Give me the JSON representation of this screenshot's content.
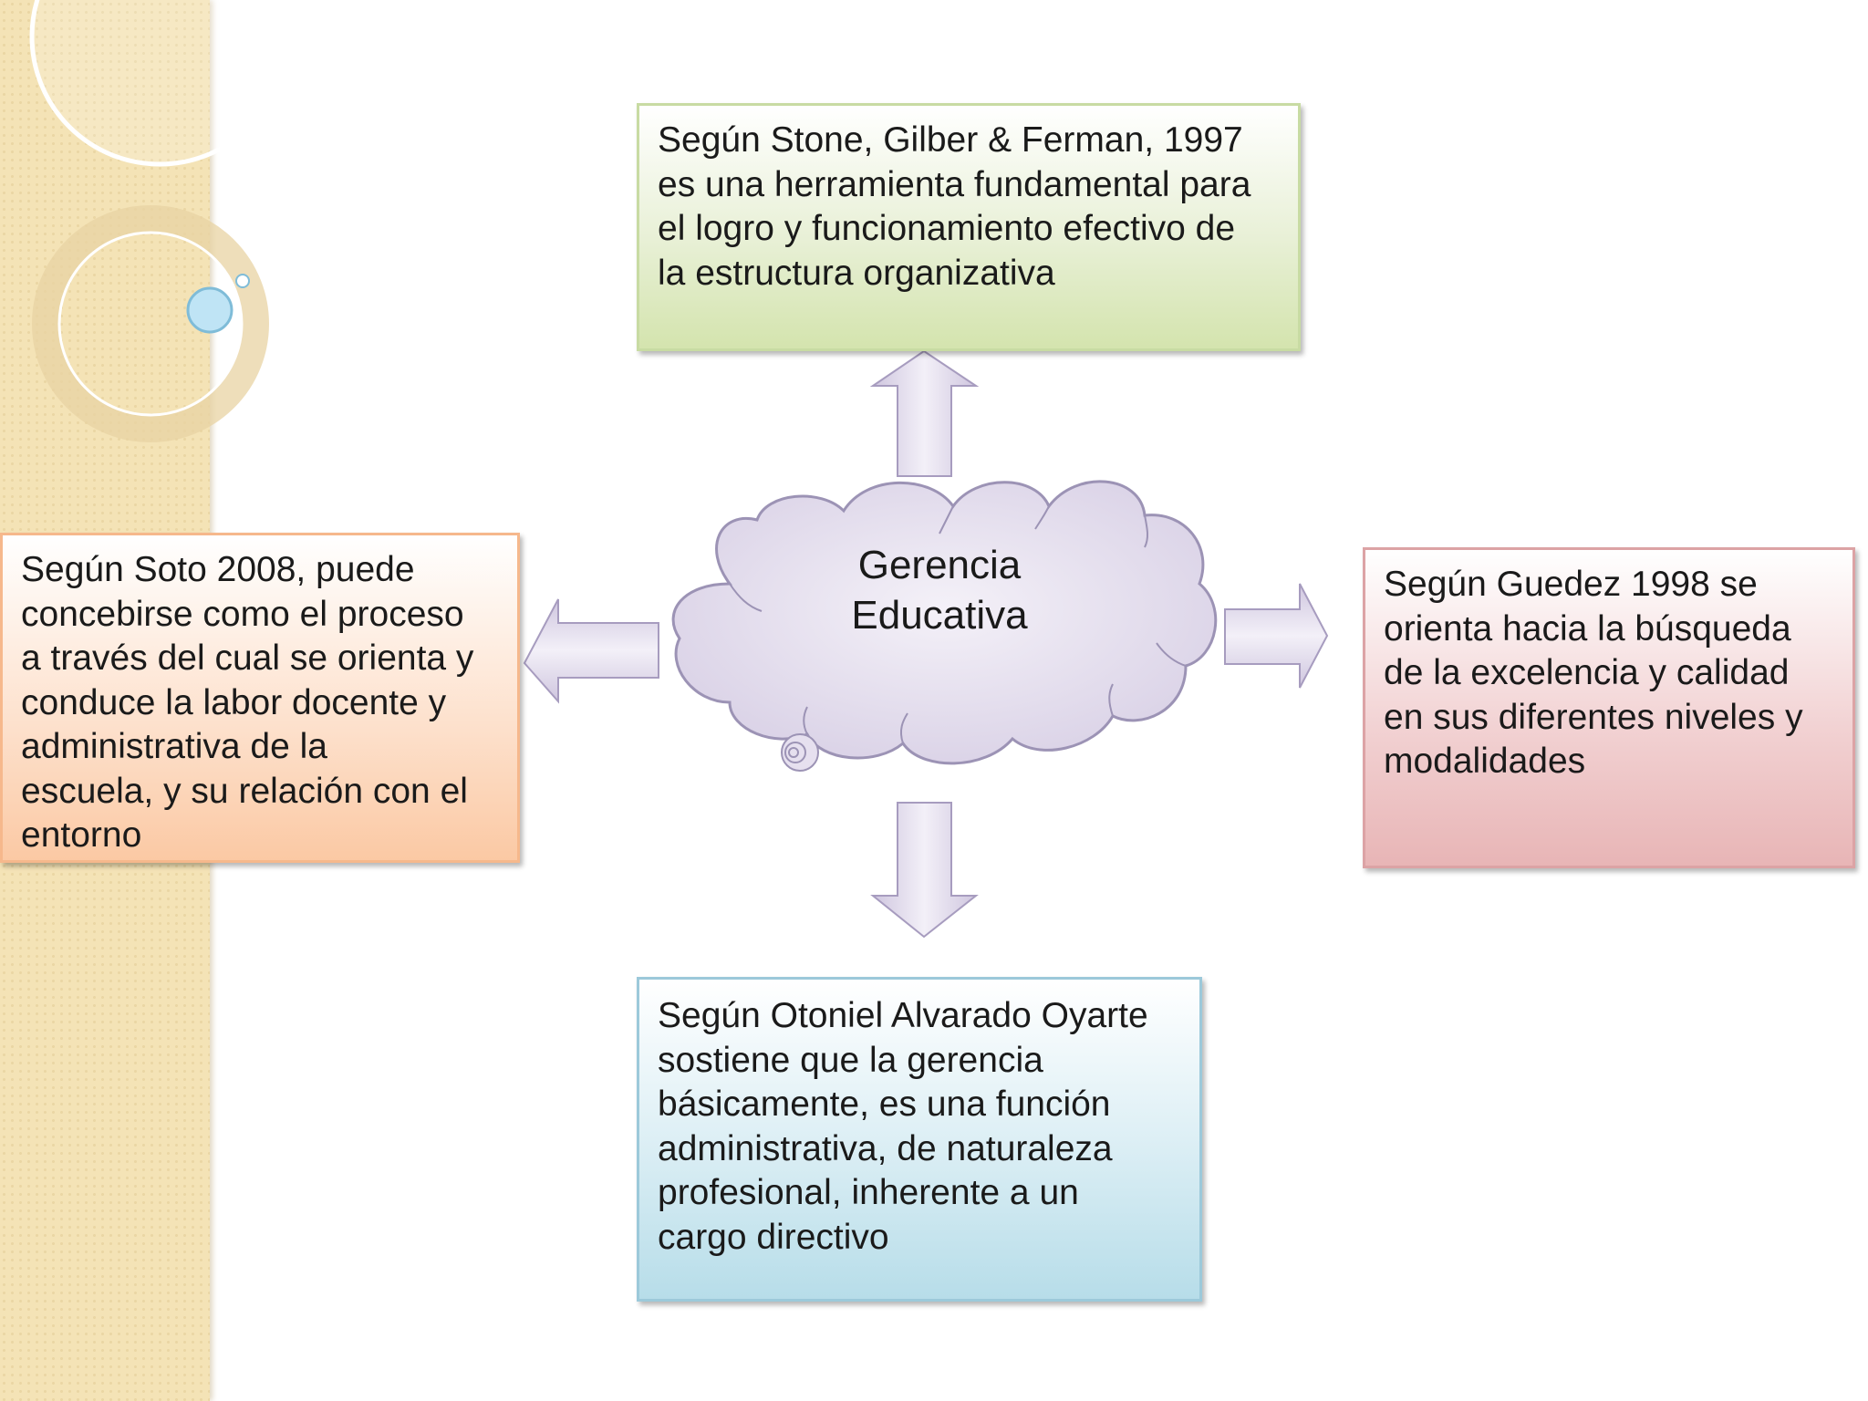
{
  "center": {
    "line1": "Gerencia",
    "line2": "Educativa"
  },
  "boxes": {
    "top": {
      "lines": [
        "Según Stone, Gilber & Ferman, 1997",
        "es una herramienta fundamental para",
        "el logro y funcionamiento efectivo de",
        "la estructura organizativa"
      ]
    },
    "left": {
      "lines": [
        "Según Soto 2008, puede",
        "concebirse como el proceso",
        "a través del cual se orienta y",
        "conduce la labor docente y",
        "administrativa de la",
        "escuela, y su relación con el",
        "entorno"
      ]
    },
    "right": {
      "lines": [
        "Según Guedez 1998 se",
        "orienta hacia la búsqueda",
        "de la excelencia y calidad",
        "en sus diferentes niveles y",
        "modalidades"
      ]
    },
    "bottom": {
      "lines": [
        "Según Otoniel Alvarado Oyarte",
        "sostiene que la gerencia",
        "básicamente, es una función",
        "administrativa, de naturaleza",
        "profesional, inherente a un",
        "cargo directivo"
      ]
    }
  },
  "colors": {
    "strip": "#f4e3b6",
    "arrow_fill": "#d9d1e6",
    "cloud_fill": "#e6e0ef",
    "cloud_stroke": "#9c93b5",
    "top_box": "#d4e4ae",
    "left_box": "#fbc9a4",
    "right_box": "#e8b5b6",
    "bottom_box": "#b7dde9"
  }
}
